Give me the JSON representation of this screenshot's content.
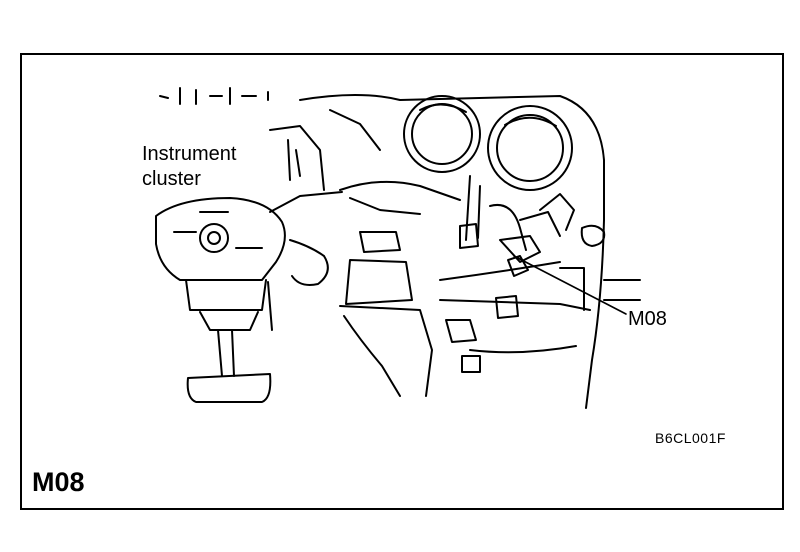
{
  "diagram": {
    "connector_id": "M08",
    "figure_code": "B6CL001F",
    "callouts": {
      "instrument_cluster": "Instrument cluster",
      "connector": "M08"
    },
    "line_color": "#000000",
    "background": "#ffffff"
  }
}
